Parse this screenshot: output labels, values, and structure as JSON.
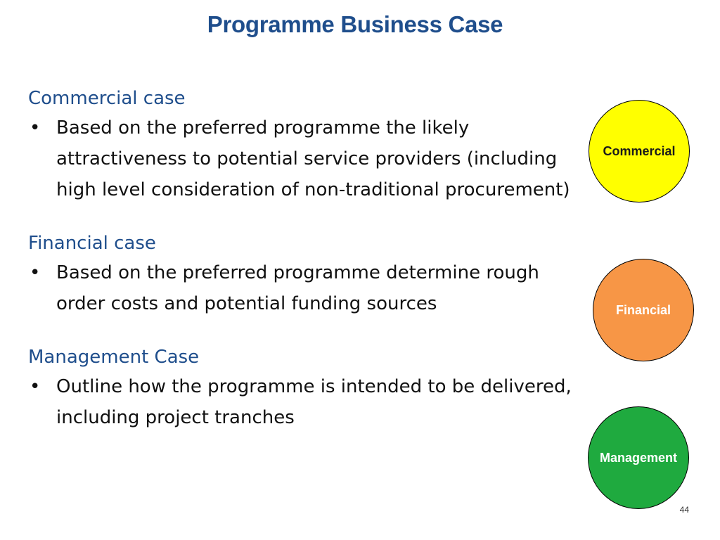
{
  "slide": {
    "title": "Programme Business Case",
    "page_number": "44"
  },
  "sections": [
    {
      "heading": "Commercial case",
      "bullet": "Based on the preferred programme the likely attractiveness to potential service providers (including high level consideration of non-traditional procurement)"
    },
    {
      "heading": "Financial case",
      "bullet": "Based on the preferred programme determine rough order costs and potential funding sources"
    },
    {
      "heading": "Management Case",
      "bullet": "Outline how the programme is intended to be delivered, including project tranches"
    }
  ],
  "circles": [
    {
      "label": "Commercial",
      "color": "#ffff00"
    },
    {
      "label": "Financial",
      "color": "#f79646"
    },
    {
      "label": "Management",
      "color": "#1faa3f"
    }
  ],
  "colors": {
    "title": "#1f4e8c",
    "heading": "#1f4e8c"
  }
}
